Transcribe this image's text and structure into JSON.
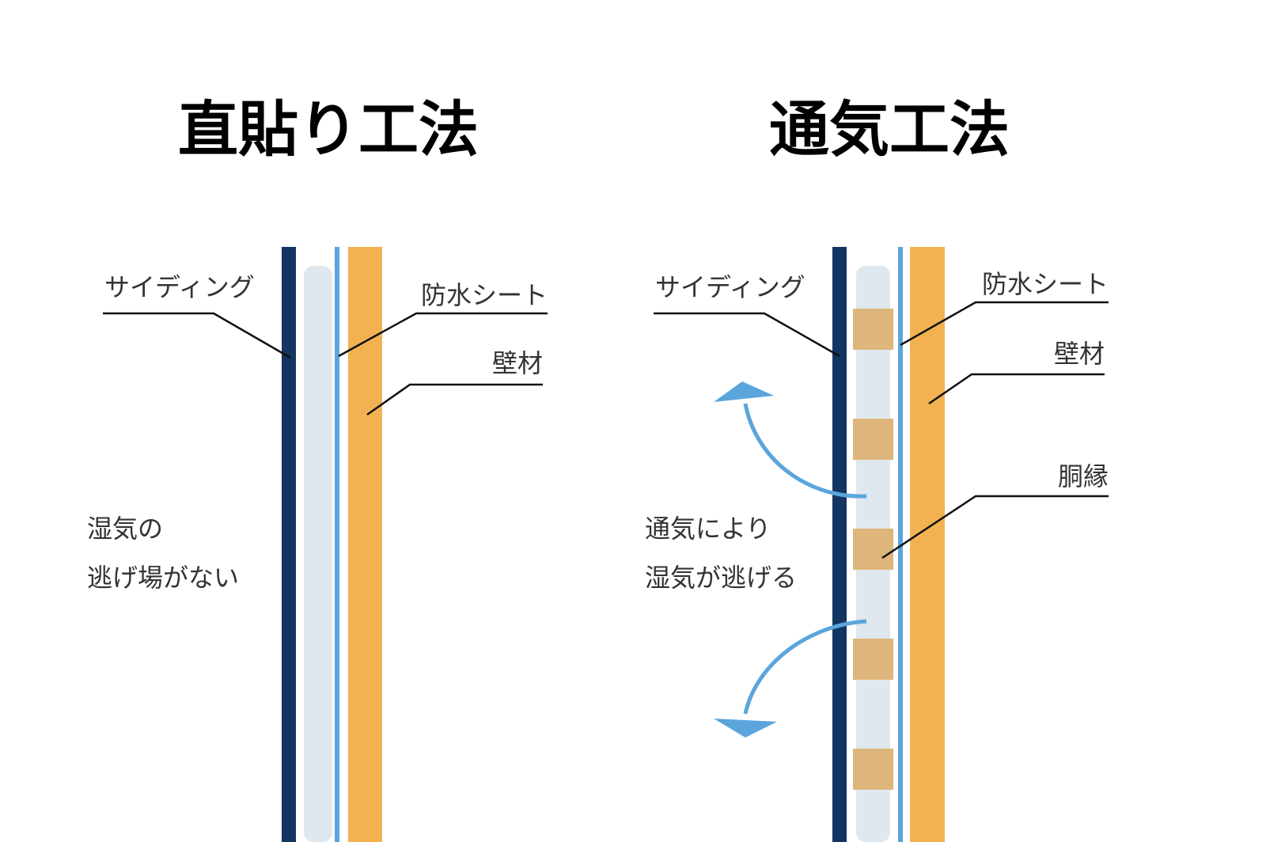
{
  "colors": {
    "siding": "#143562",
    "air_gap": "#dfe8ee",
    "waterproof_sheet": "#5aa5dc",
    "wall_material": "#f2b251",
    "furring_strip": "#deb57a",
    "arrow": "#5aa5dc",
    "text": "#333333"
  },
  "left_panel": {
    "title": "直貼り工法",
    "labels": {
      "siding": "サイディング",
      "waterproof_sheet": "防水シート",
      "wall_material": "壁材"
    },
    "note_lines": [
      "湿気の",
      "逃げ場がない"
    ]
  },
  "right_panel": {
    "title": "通気工法",
    "labels": {
      "siding": "サイディング",
      "waterproof_sheet": "防水シート",
      "wall_material": "壁材",
      "furring_strip": "胴縁"
    },
    "note_lines": [
      "通気により",
      "湿気が逃げる"
    ],
    "furring_strip_count": 5,
    "arrows": [
      {
        "name": "moisture-escape-arrow-upper",
        "direction": "up-left",
        "icon": "curved-arrow-icon"
      },
      {
        "name": "moisture-escape-arrow-lower",
        "direction": "down-left",
        "icon": "curved-arrow-icon"
      }
    ]
  }
}
